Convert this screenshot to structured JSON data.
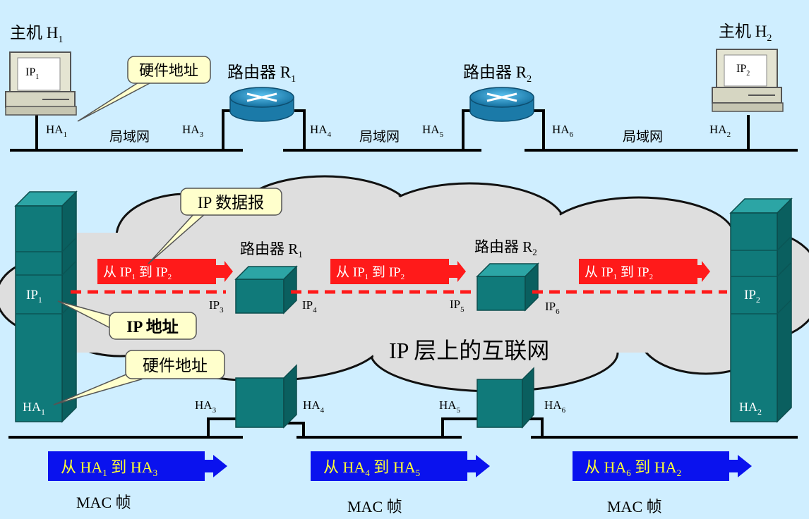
{
  "colors": {
    "background": "#cfeeff",
    "ip_arrow": "#ff1a1a",
    "mac_arrow": "#0a12ee",
    "mac_text": "#ffff33",
    "callout_fill": "#ffffcc",
    "cloud": "#dedede",
    "teal": "#107a7a",
    "router_blue": "#1e8fc4"
  },
  "icons": {
    "router": "router-icon",
    "computer": "computer-icon",
    "protocol_stack": "protocol-stack-icon",
    "arrow": "arrow-right-icon"
  },
  "top": {
    "host1": {
      "label": "主机",
      "sub_label": "H",
      "sub": "1",
      "screen": "IP",
      "screen_sub": "1"
    },
    "host2": {
      "label": "主机",
      "sub_label": "H",
      "sub": "2",
      "screen": "IP",
      "screen_sub": "2"
    },
    "router1": {
      "label": "路由器",
      "sub_label": "R",
      "sub": "1"
    },
    "router2": {
      "label": "路由器",
      "sub_label": "R",
      "sub": "2"
    },
    "callout": "硬件地址",
    "lan_label": "局域网",
    "ports": [
      {
        "name": "HA",
        "sub": "1"
      },
      {
        "name": "HA",
        "sub": "3"
      },
      {
        "name": "HA",
        "sub": "4"
      },
      {
        "name": "HA",
        "sub": "5"
      },
      {
        "name": "HA",
        "sub": "6"
      },
      {
        "name": "HA",
        "sub": "2"
      }
    ]
  },
  "bottom": {
    "cloud_label": "IP 层上的互联网",
    "callout_datagram": "IP 数据报",
    "callout_ip_addr": "IP 地址",
    "callout_hw_addr": "硬件地址",
    "router1": {
      "label": "路由器",
      "sub_label": "R",
      "sub": "1"
    },
    "router2": {
      "label": "路由器",
      "sub_label": "R",
      "sub": "2"
    },
    "host_ip": [
      {
        "name": "IP",
        "sub": "1"
      },
      {
        "name": "IP",
        "sub": "2"
      }
    ],
    "host_ha": [
      {
        "name": "HA",
        "sub": "1"
      },
      {
        "name": "HA",
        "sub": "2"
      }
    ],
    "ip_ports": [
      {
        "name": "IP",
        "sub": "3"
      },
      {
        "name": "IP",
        "sub": "4"
      },
      {
        "name": "IP",
        "sub": "5"
      },
      {
        "name": "IP",
        "sub": "6"
      }
    ],
    "ha_ports": [
      {
        "name": "HA",
        "sub": "3"
      },
      {
        "name": "HA",
        "sub": "4"
      },
      {
        "name": "HA",
        "sub": "5"
      },
      {
        "name": "HA",
        "sub": "6"
      }
    ],
    "ip_arrow": {
      "from": "从",
      "to": "到",
      "src": "IP",
      "src_sub": "1",
      "dst": "IP",
      "dst_sub": "2"
    },
    "mac_arrows": [
      {
        "from": "从",
        "src": "HA",
        "src_sub": "1",
        "to": "到",
        "dst": "HA",
        "dst_sub": "3"
      },
      {
        "from": "从",
        "src": "HA",
        "src_sub": "4",
        "to": "到",
        "dst": "HA",
        "dst_sub": "5"
      },
      {
        "from": "从",
        "src": "HA",
        "src_sub": "6",
        "to": "到",
        "dst": "HA",
        "dst_sub": "2"
      }
    ],
    "mac_label": "MAC 帧"
  }
}
